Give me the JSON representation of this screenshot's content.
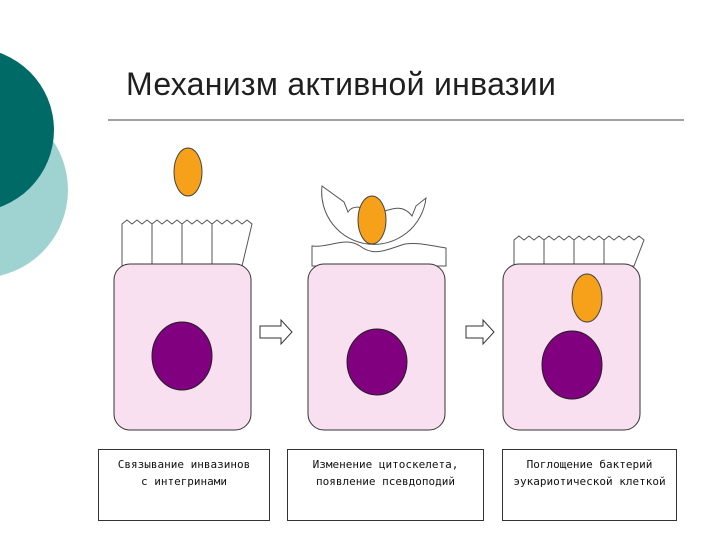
{
  "slide": {
    "title": "Механизм активной инвазии",
    "steps": [
      {
        "line1": "Связывание инвазинов",
        "line2": "с интегринами"
      },
      {
        "line1": "Изменение цитоскелета,",
        "line2": "появление псевдоподий"
      },
      {
        "line1": "Поглощение бактерий",
        "line2": "эукариотической клеткой"
      }
    ]
  },
  "colors": {
    "decor_dark": "#006b66",
    "decor_light": "#9fd3d1",
    "cell_fill": "#f9e0f0",
    "nucleus": "#800080",
    "bacterium": "#f7a11a"
  }
}
